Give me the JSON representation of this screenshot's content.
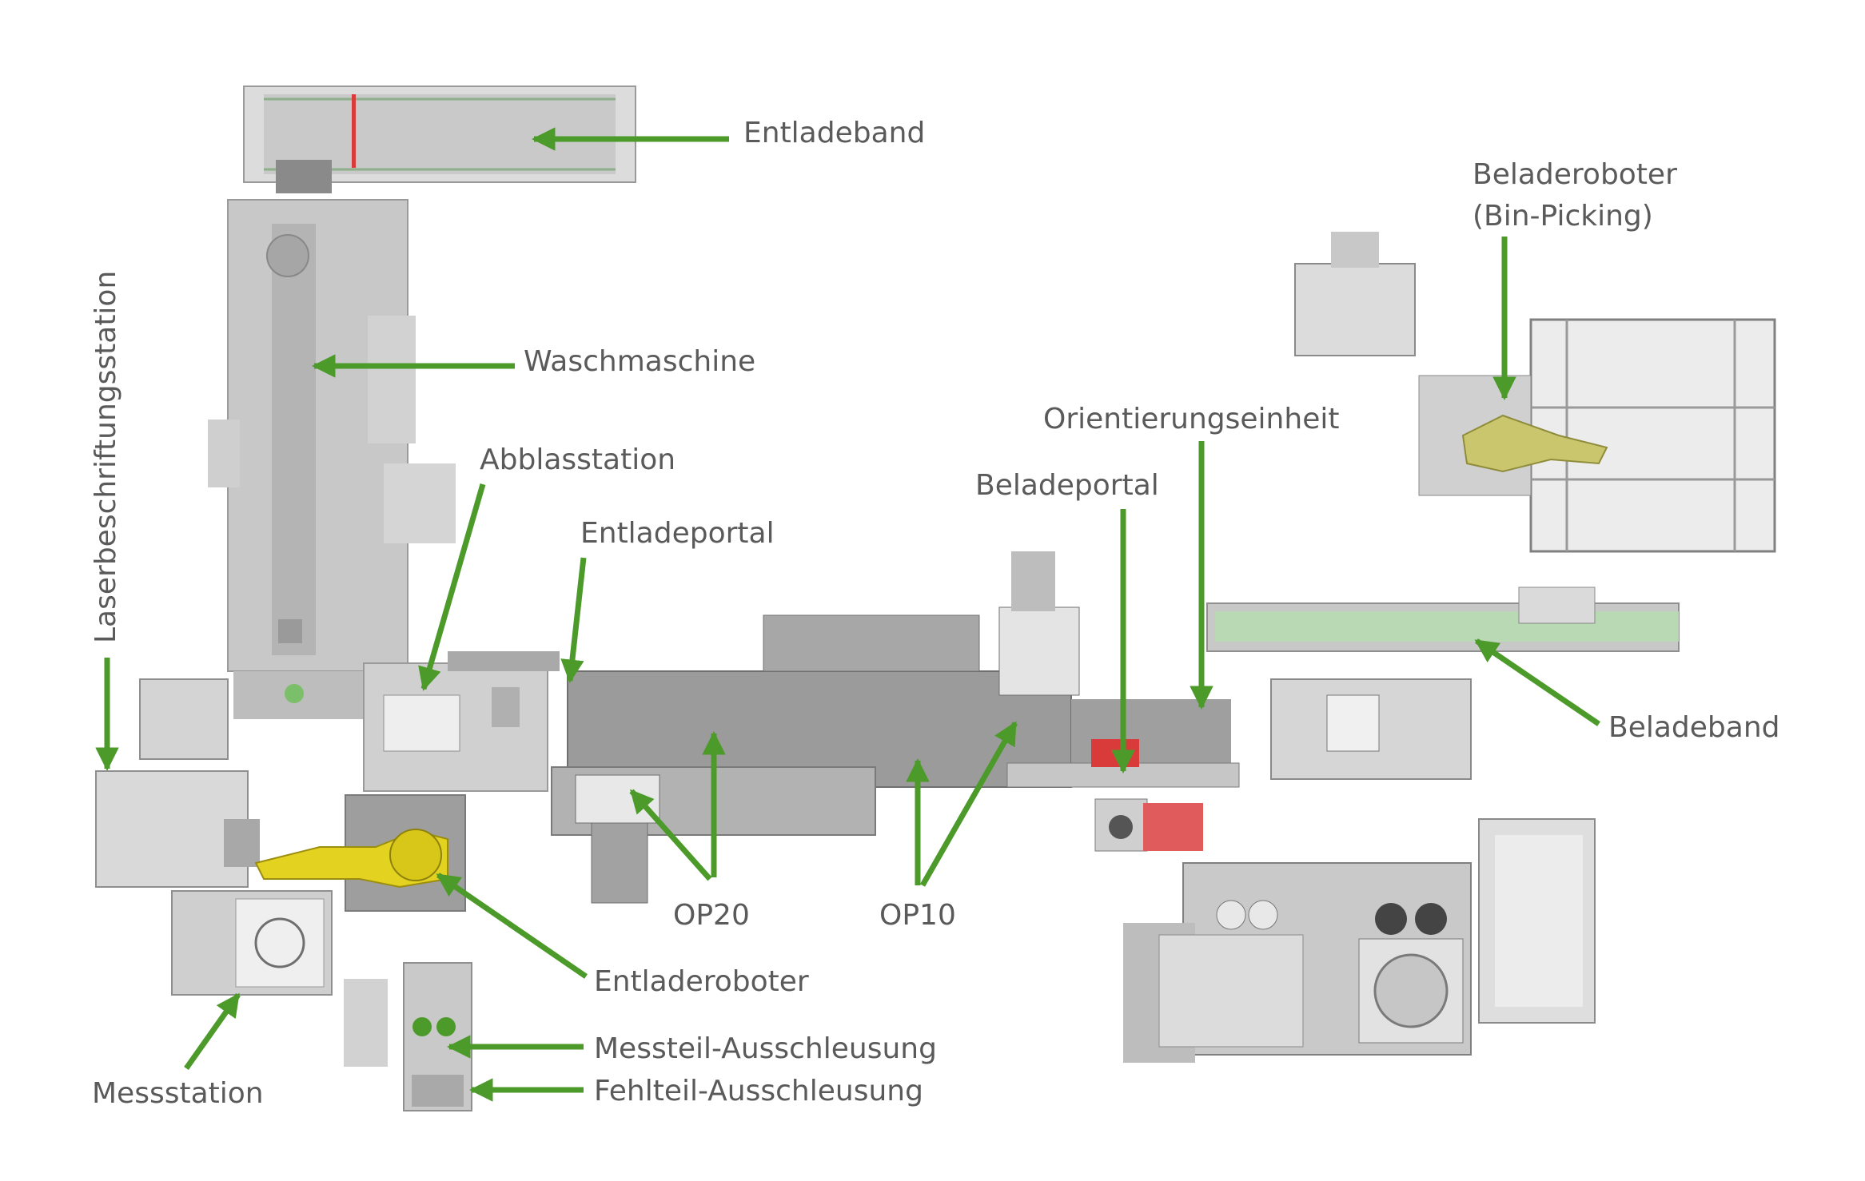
{
  "colors": {
    "arrow": "#4c9a2a",
    "label": "#5a5a5a",
    "machine_light": "#d9d9d9",
    "machine_mid": "#a9a9a9",
    "machine_dark": "#6f6f6f",
    "robot": "#e3d21f",
    "conveyor_green": "#b9d8b4",
    "marker_red": "#d93a3a"
  },
  "labels": {
    "entladeband": "Entladeband",
    "waschmaschine": "Waschmaschine",
    "laserbeschriftungsstation": "Laserbeschriftungsstation",
    "abblasstation": "Abblasstation",
    "entladeportal": "Entladeportal",
    "beladeportal": "Beladeportal",
    "orientierungseinheit": "Orientierungseinheit",
    "beladeroboter_line1": "Beladeroboter",
    "beladeroboter_line2": "(Bin-Picking)",
    "beladeband": "Beladeband",
    "op20": "OP20",
    "op10": "OP10",
    "entladeroboter": "Entladeroboter",
    "messstation": "Messstation",
    "messteil_ausschleusung": "Messteil-Ausschleusung",
    "fehlteil_ausschleusung": "Fehlteil-Ausschleusung"
  }
}
